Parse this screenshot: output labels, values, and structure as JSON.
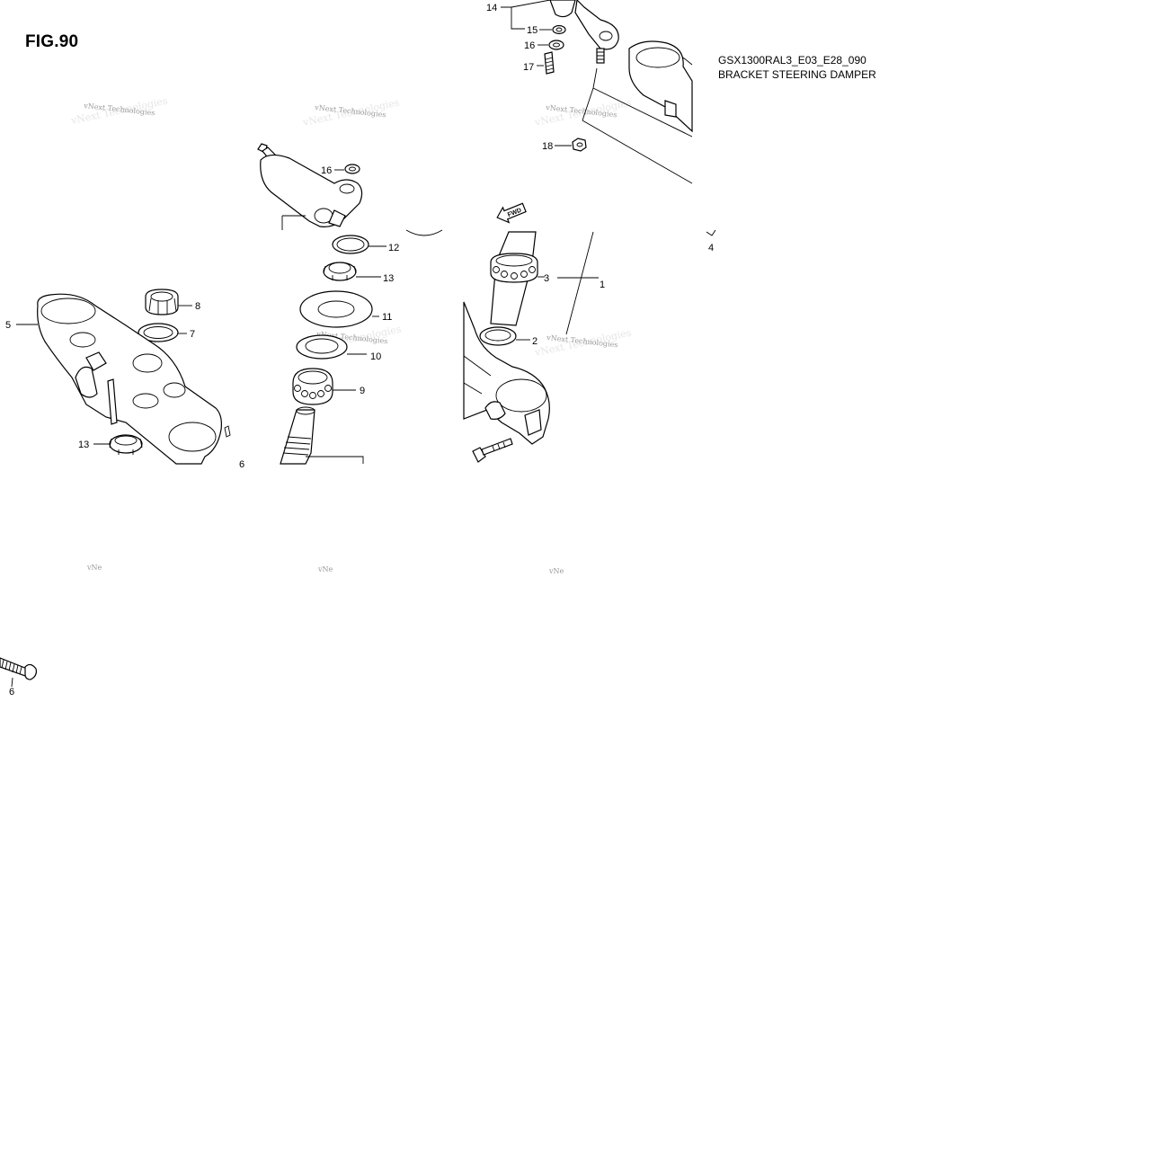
{
  "figure": {
    "title": "FIG.90",
    "code": "GSX1300RAL3_E03_E28_090",
    "name": "BRACKET STEERING DAMPER"
  },
  "watermark": {
    "text": "vNext Technologies",
    "fragment": "vNe"
  },
  "fwd_label": "FWD",
  "callouts": [
    "14",
    "15",
    "16",
    "17",
    "18",
    "16",
    "12",
    "13",
    "11",
    "10",
    "9",
    "8",
    "7",
    "5",
    "13",
    "3",
    "1",
    "2",
    "4",
    "6",
    "6"
  ]
}
